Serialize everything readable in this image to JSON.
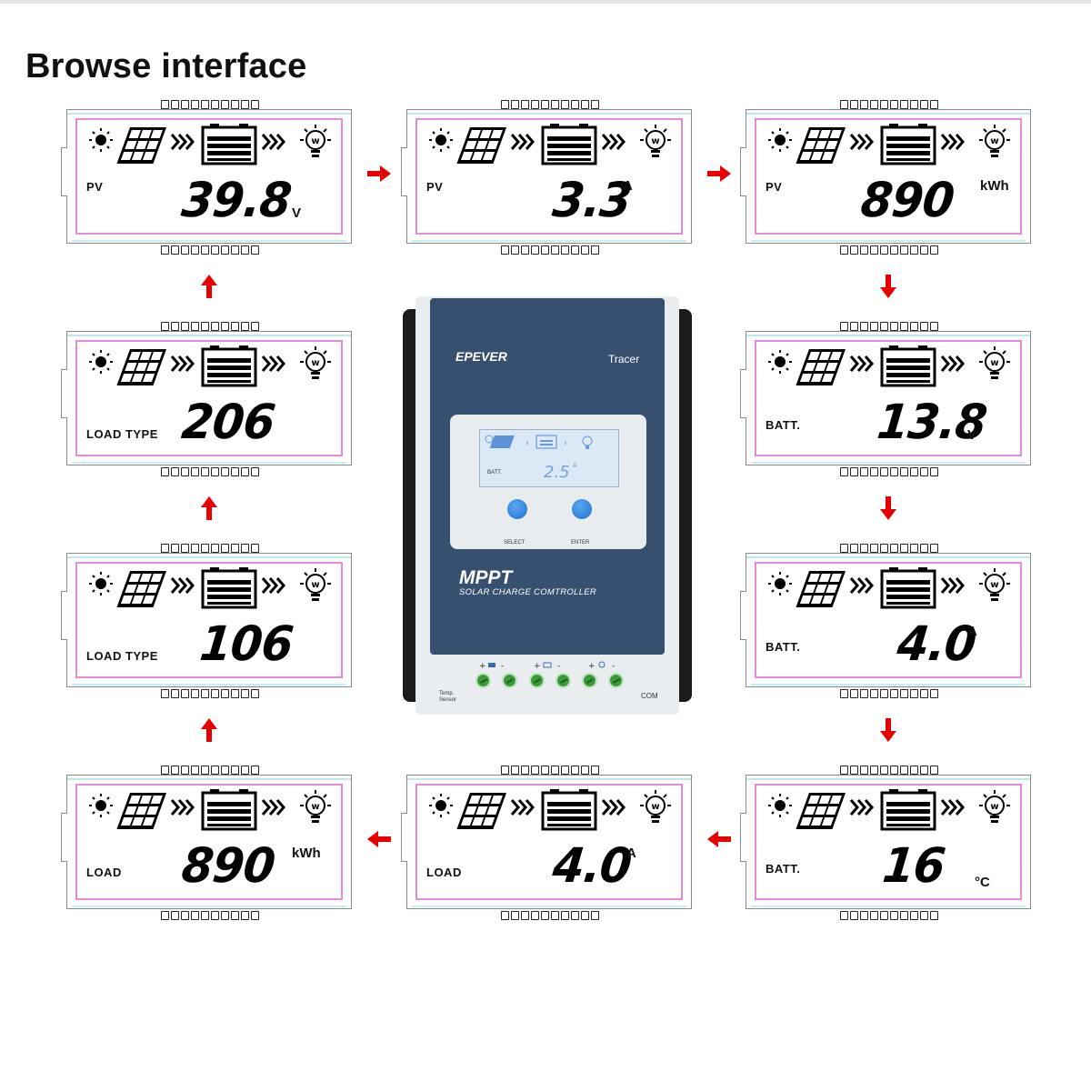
{
  "title": "Browse interface",
  "colors": {
    "arrow": "#e60000",
    "lcd_border": "#e78ad8",
    "panel": "#37506f",
    "button": "#1f6fce",
    "terminal": "#3a9a3a"
  },
  "screens": [
    {
      "label": "PV",
      "value": "39.8",
      "unit": "V"
    },
    {
      "label": "PV",
      "value": "3.3",
      "unit": "A"
    },
    {
      "label": "PV",
      "value": "890",
      "unit": "kWh"
    },
    {
      "label": "BATT.",
      "value": "13.8",
      "unit": "V"
    },
    {
      "label": "BATT.",
      "value": "4.0",
      "unit": "A"
    },
    {
      "label": "BATT.",
      "value": "16",
      "unit": "°C"
    },
    {
      "label": "LOAD",
      "value": "4.0",
      "unit": "A"
    },
    {
      "label": "LOAD",
      "value": "890",
      "unit": "kWh"
    },
    {
      "label": "LOAD TYPE",
      "value": "106",
      "unit": ""
    },
    {
      "label": "LOAD TYPE",
      "value": "206",
      "unit": ""
    }
  ],
  "icons": [
    "sun-icon",
    "solar-panel-icon",
    "flow-arrows-icon",
    "battery-icon",
    "bulb-icon",
    "pin-row-icon",
    "arrow-icon"
  ],
  "device": {
    "brand": "EPEVER",
    "model": "Tracer",
    "screen_label": "BATT.",
    "screen_value": "2.5",
    "screen_unit": "A",
    "select_label": "SELECT",
    "enter_label": "ENTER",
    "mppt": "MPPT",
    "subtitle": "SOLAR CHARGE COMTROLLER",
    "temp_sensor_line1": "Temp.",
    "temp_sensor_line2": "Sensor",
    "com_label": "COM"
  }
}
